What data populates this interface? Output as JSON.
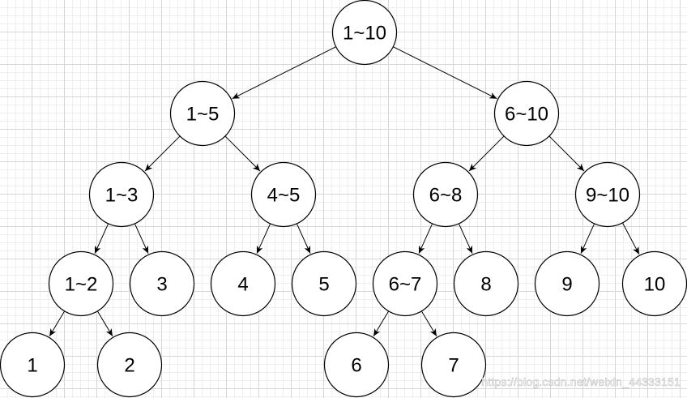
{
  "diagram": {
    "nodes": [
      {
        "id": "n1_10",
        "label": "1~10"
      },
      {
        "id": "n1_5",
        "label": "1~5"
      },
      {
        "id": "n6_10",
        "label": "6~10"
      },
      {
        "id": "n1_3",
        "label": "1~3"
      },
      {
        "id": "n4_5",
        "label": "4~5"
      },
      {
        "id": "n6_8",
        "label": "6~8"
      },
      {
        "id": "n9_10",
        "label": "9~10"
      },
      {
        "id": "n1_2",
        "label": "1~2"
      },
      {
        "id": "n3",
        "label": "3"
      },
      {
        "id": "n4",
        "label": "4"
      },
      {
        "id": "n5",
        "label": "5"
      },
      {
        "id": "n6_7",
        "label": "6~7"
      },
      {
        "id": "n8",
        "label": "8"
      },
      {
        "id": "n9",
        "label": "9"
      },
      {
        "id": "n10",
        "label": "10"
      },
      {
        "id": "n1",
        "label": "1"
      },
      {
        "id": "n2",
        "label": "2"
      },
      {
        "id": "n6",
        "label": "6"
      },
      {
        "id": "n7",
        "label": "7"
      }
    ],
    "edges": [
      [
        "n1_10",
        "n1_5"
      ],
      [
        "n1_10",
        "n6_10"
      ],
      [
        "n1_5",
        "n1_3"
      ],
      [
        "n1_5",
        "n4_5"
      ],
      [
        "n6_10",
        "n6_8"
      ],
      [
        "n6_10",
        "n9_10"
      ],
      [
        "n1_3",
        "n1_2"
      ],
      [
        "n1_3",
        "n3"
      ],
      [
        "n4_5",
        "n4"
      ],
      [
        "n4_5",
        "n5"
      ],
      [
        "n6_8",
        "n6_7"
      ],
      [
        "n6_8",
        "n8"
      ],
      [
        "n9_10",
        "n9"
      ],
      [
        "n9_10",
        "n10"
      ],
      [
        "n1_2",
        "n1"
      ],
      [
        "n1_2",
        "n2"
      ],
      [
        "n6_7",
        "n6"
      ],
      [
        "n6_7",
        "n7"
      ]
    ]
  },
  "watermark": "https://blog.csdn.net/weixin_44333151"
}
